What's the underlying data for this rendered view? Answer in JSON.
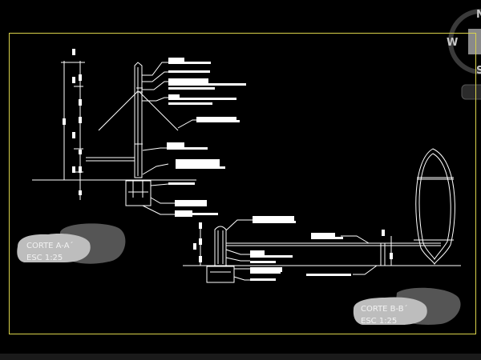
{
  "viewcube": {
    "north": "N",
    "west": "W",
    "south": "S"
  },
  "sections": [
    {
      "title": "CORTE A-A´",
      "scale": "ESC 1:25"
    },
    {
      "title": "CORTE B-B´",
      "scale": "ESC 1:25"
    }
  ],
  "colors": {
    "background": "#000000",
    "sheet_border": "#d9d24a",
    "linework": "#ffffff",
    "label_blob": "#bdbdbd"
  }
}
